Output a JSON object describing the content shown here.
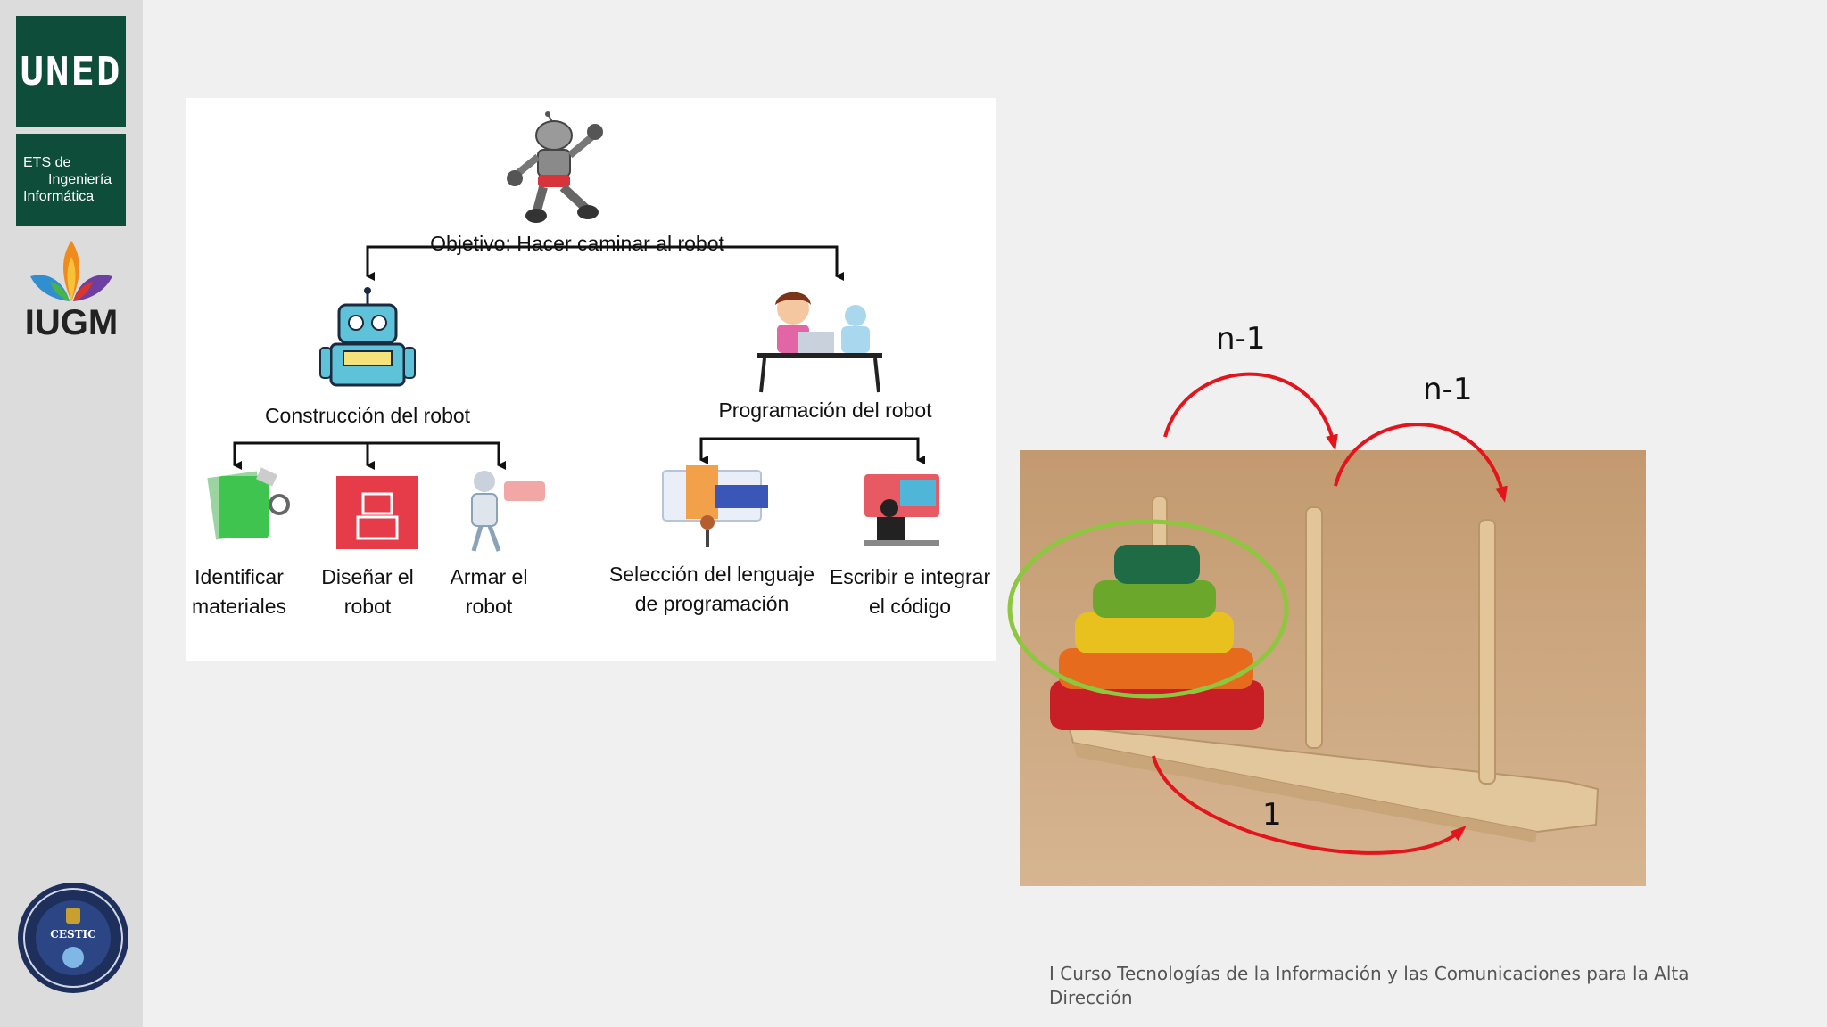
{
  "sidebar": {
    "uned_logo": "UNED",
    "ets_logo": {
      "line1": "ETS de",
      "line2": "Ingeniería",
      "line3": "Informática"
    },
    "iugm_logo": "IUGM",
    "cestic_seal": "CESTIC"
  },
  "diagram": {
    "goal": "Objetivo: Hacer caminar al robot",
    "branches": [
      {
        "title": "Construcción del robot",
        "steps": [
          "Identificar\nmateriales",
          "Diseñar el\nrobot",
          "Armar el\nrobot"
        ]
      },
      {
        "title": "Programación del robot",
        "steps": [
          "Selección del lenguaje\nde programación",
          "Escribir e integrar\nel código"
        ]
      }
    ]
  },
  "hanoi": {
    "labels": [
      "n-1",
      "n-1",
      "1"
    ],
    "colors": {
      "arrow": "#e3141b",
      "highlight": "#8dc63f"
    }
  },
  "footer": {
    "text": "I Curso Tecnologías de la Información y las Comunicaciones para la Alta Dirección"
  }
}
